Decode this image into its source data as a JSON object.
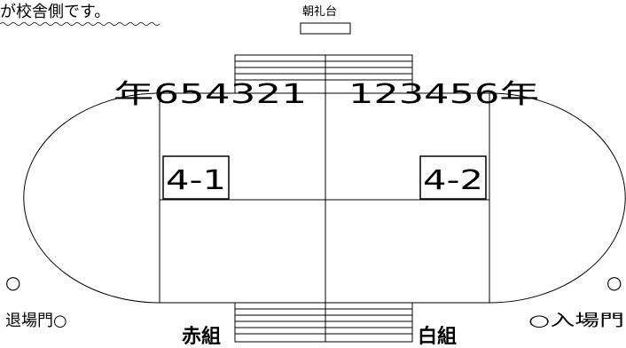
{
  "header_text": "が校舎側です。",
  "podium_label": "朝礼台",
  "grades_left": "年654321",
  "grades_right": "123456年",
  "class_left": "4-1",
  "class_right": "4-2",
  "exit_gate": "退場門○",
  "entry_gate": "○入場門",
  "left_circle": "○",
  "right_circle": "○",
  "red_team": "赤組",
  "white_team": "白組"
}
